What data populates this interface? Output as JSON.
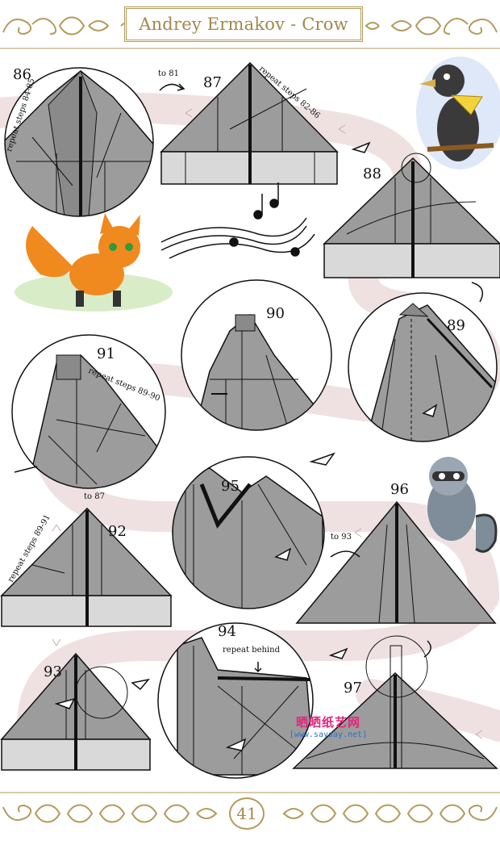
{
  "header": {
    "title": "Andrey Ermakov - Crow"
  },
  "footer": {
    "page_number": "41"
  },
  "steps": {
    "s86": "86",
    "s87": "87",
    "s88": "88",
    "s89": "89",
    "s90": "90",
    "s91": "91",
    "s92": "92",
    "s93": "93",
    "s94": "94",
    "s95": "95",
    "s96": "96",
    "s97": "97"
  },
  "notes": {
    "repeat_84_85": "repeat steps 84-85",
    "repeat_82_86": "repeat steps 82-86",
    "repeat_89_90": "repeat steps 89-90",
    "repeat_89_91": "repeat steps 89-91",
    "repeat_behind": "repeat behind",
    "to_81": "to 81",
    "to_87": "to 87",
    "to_93": "to 93"
  },
  "watermark": {
    "main": "晒晒纸艺网",
    "url": "[www.saysay.net]"
  },
  "colors": {
    "gold": "#b49a5a",
    "paper_gray": "#9c9c9c",
    "paper_light": "#d9d9d9",
    "path_pink": "#ecdcdc",
    "watermark_pink": "#e4257d"
  }
}
